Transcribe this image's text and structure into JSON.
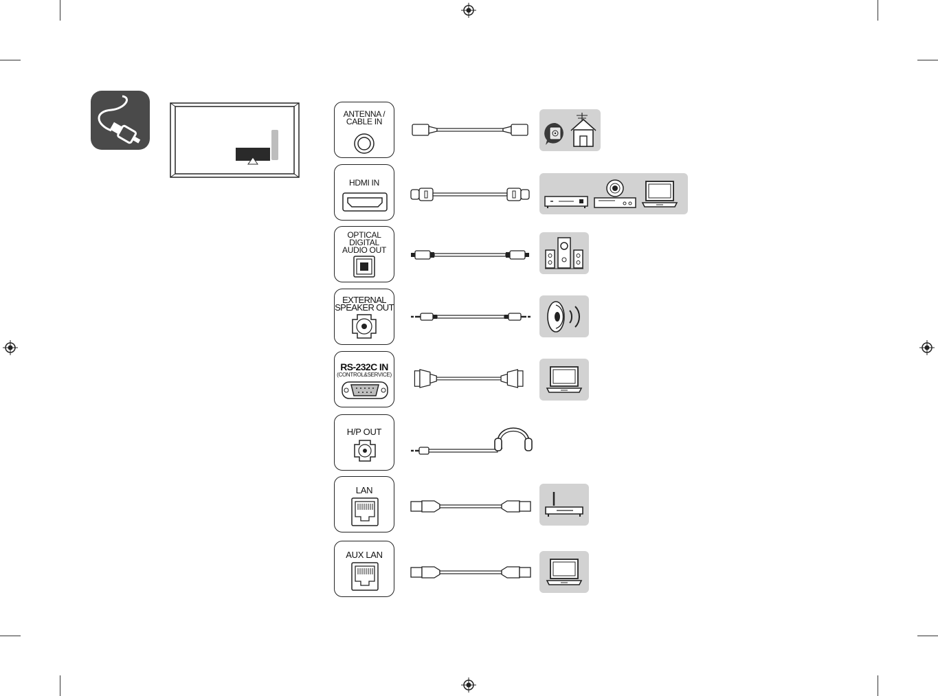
{
  "ports": [
    {
      "id": "antenna",
      "label": "ANTENNA /\nCABLE IN",
      "icon": "coaxial-port-icon",
      "cable": "coaxial-cable",
      "devices": [
        "antenna-wall-outlet-icon",
        "house-antenna-icon"
      ]
    },
    {
      "id": "hdmi",
      "label": "HDMI IN",
      "icon": "hdmi-port-icon",
      "cable": "hdmi-cable",
      "devices": [
        "set-top-box-icon",
        "dvd-player-icon",
        "laptop-icon"
      ]
    },
    {
      "id": "optical",
      "label": "OPTICAL\nDIGITAL\nAUDIO OUT",
      "icon": "optical-port-icon",
      "cable": "optical-cable",
      "devices": [
        "speaker-system-icon"
      ]
    },
    {
      "id": "ext-speaker",
      "label": "EXTERNAL\nSPEAKER OUT",
      "icon": "speaker-jack-icon",
      "cable": "audio-cable",
      "devices": [
        "loudspeaker-icon"
      ]
    },
    {
      "id": "rs232c",
      "label": "RS-232C IN",
      "sublabel": "(CONTROL&SERVICE)",
      "icon": "dsub-port-icon",
      "cable": "rs232c-cable",
      "devices": [
        "laptop-icon"
      ]
    },
    {
      "id": "hp-out",
      "label": "H/P OUT",
      "icon": "headphone-jack-icon",
      "cable": "headphone-cable",
      "devices": [
        "headphones-icon"
      ]
    },
    {
      "id": "lan",
      "label": "LAN",
      "icon": "rj45-port-icon",
      "cable": "lan-cable",
      "devices": [
        "router-icon"
      ]
    },
    {
      "id": "aux-lan",
      "label": "AUX LAN",
      "icon": "rj45-port-icon",
      "cable": "lan-cable",
      "devices": [
        "laptop-icon"
      ]
    }
  ],
  "colors": {
    "tile": "#4a4a4a",
    "device_bg": "#d2d2d2",
    "line": "#222222"
  }
}
